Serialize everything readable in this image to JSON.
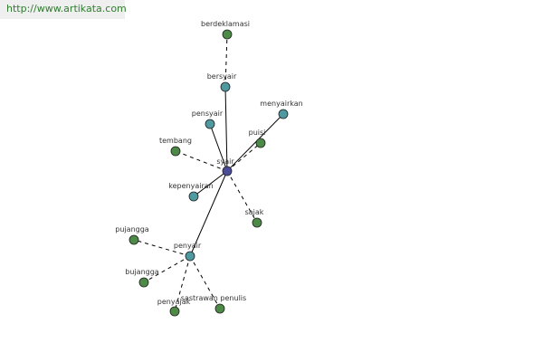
{
  "watermark": {
    "text": "http://www.artikata.com"
  },
  "colors": {
    "center": "#4a4c9a",
    "related": "#4f9aa0",
    "associated": "#4d8a47",
    "edge": "#000000",
    "label": "#333333"
  },
  "graph": {
    "nodes": [
      {
        "id": "syair",
        "label": "syair",
        "kind": "center"
      },
      {
        "id": "bersyair",
        "label": "bersyair",
        "kind": "related"
      },
      {
        "id": "berdeklamasi",
        "label": "berdeklamasi",
        "kind": "associated"
      },
      {
        "id": "pensyair",
        "label": "pensyair",
        "kind": "related"
      },
      {
        "id": "menyairkan",
        "label": "menyairkan",
        "kind": "related"
      },
      {
        "id": "puisi",
        "label": "puisi",
        "kind": "associated"
      },
      {
        "id": "tembang",
        "label": "tembang",
        "kind": "associated"
      },
      {
        "id": "kepenyairan",
        "label": "kepenyairan",
        "kind": "related"
      },
      {
        "id": "sajak",
        "label": "sajak",
        "kind": "associated"
      },
      {
        "id": "penyair",
        "label": "penyair",
        "kind": "related"
      },
      {
        "id": "pujangga",
        "label": "pujangga",
        "kind": "associated"
      },
      {
        "id": "bujangga",
        "label": "bujangga",
        "kind": "associated"
      },
      {
        "id": "penyajak",
        "label": "penyajak",
        "kind": "associated"
      },
      {
        "id": "sastrawan",
        "label": "sastrawan penulis",
        "kind": "associated"
      }
    ],
    "edges": [
      {
        "from": "syair",
        "to": "bersyair",
        "style": "solid"
      },
      {
        "from": "bersyair",
        "to": "berdeklamasi",
        "style": "dashed"
      },
      {
        "from": "syair",
        "to": "pensyair",
        "style": "solid"
      },
      {
        "from": "syair",
        "to": "menyairkan",
        "style": "solid"
      },
      {
        "from": "syair",
        "to": "puisi",
        "style": "dashed"
      },
      {
        "from": "syair",
        "to": "tembang",
        "style": "dashed"
      },
      {
        "from": "syair",
        "to": "kepenyairan",
        "style": "solid"
      },
      {
        "from": "syair",
        "to": "sajak",
        "style": "dashed"
      },
      {
        "from": "syair",
        "to": "penyair",
        "style": "solid"
      },
      {
        "from": "penyair",
        "to": "pujangga",
        "style": "dashed"
      },
      {
        "from": "penyair",
        "to": "bujangga",
        "style": "dashed"
      },
      {
        "from": "penyair",
        "to": "penyajak",
        "style": "dashed"
      },
      {
        "from": "penyair",
        "to": "sastrawan",
        "style": "dashed"
      }
    ]
  }
}
